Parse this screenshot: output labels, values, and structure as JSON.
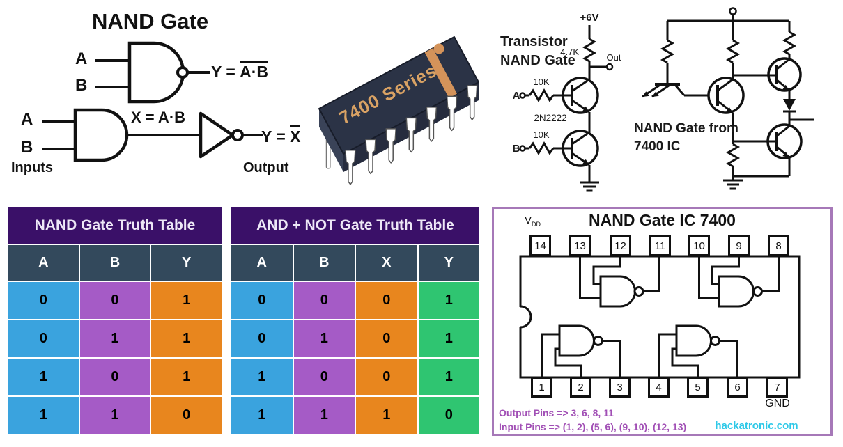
{
  "colors": {
    "table_title_bg": "#3A1068",
    "table_header_bg": "#33495C",
    "cell_blue": "#3AA3DE",
    "cell_purple": "#A55BC6",
    "cell_orange": "#E8861E",
    "cell_green": "#2FC571",
    "panel_border": "#A678B8",
    "notes_purple": "#A14FB5",
    "brand_cyan": "#2EC9E8",
    "chip_body": "#2B3346",
    "chip_accent": "#D9A264"
  },
  "gate_diagram": {
    "title": "NAND Gate",
    "nand_input_a": "A",
    "nand_input_b": "B",
    "nand_eq_prefix": "Y = ",
    "nand_eq_overlined": "A·B",
    "and_input_a": "A",
    "and_input_b": "B",
    "and_eq": "X = A·B",
    "not_eq_prefix": "Y = ",
    "not_eq_overlined": "X",
    "inputs_label": "Inputs",
    "output_label": "Output"
  },
  "chip": {
    "label": "7400 Series"
  },
  "transistor_circuit": {
    "title_line1": "Transistor",
    "title_line2": "NAND Gate",
    "supply": "+6V",
    "pullup_resistor": "4.7K",
    "out_label": "Out",
    "resistor_a": "10K",
    "resistor_b": "10K",
    "input_a": "A",
    "input_b": "B",
    "transistor_model": "2N2222"
  },
  "ic_circuit": {
    "label_line1": "NAND Gate from",
    "label_line2": "7400 IC"
  },
  "truth_tables": [
    {
      "title": "NAND Gate Truth Table",
      "headers": [
        "A",
        "B",
        "Y"
      ],
      "rows": [
        [
          "0",
          "0",
          "1"
        ],
        [
          "0",
          "1",
          "1"
        ],
        [
          "1",
          "0",
          "1"
        ],
        [
          "1",
          "1",
          "0"
        ]
      ]
    },
    {
      "title": "AND + NOT Gate Truth Table",
      "headers": [
        "A",
        "B",
        "X",
        "Y"
      ],
      "rows": [
        [
          "0",
          "0",
          "0",
          "1"
        ],
        [
          "0",
          "1",
          "0",
          "1"
        ],
        [
          "1",
          "0",
          "0",
          "1"
        ],
        [
          "1",
          "1",
          "1",
          "0"
        ]
      ]
    }
  ],
  "ic7400_panel": {
    "title": "NAND Gate IC 7400",
    "vdd_main": "V",
    "vdd_sub": "DD",
    "top_pins": [
      "14",
      "13",
      "12",
      "11",
      "10",
      "9",
      "8"
    ],
    "bottom_pins": [
      "1",
      "2",
      "3",
      "4",
      "5",
      "6",
      "7"
    ],
    "gnd_label": "GND",
    "output_pins_note": "Output Pins => 3, 6, 8, 11",
    "input_pins_note": "Input Pins => (1, 2), (5, 6), (9, 10), (12, 13)",
    "brand": "hackatronic.com"
  }
}
